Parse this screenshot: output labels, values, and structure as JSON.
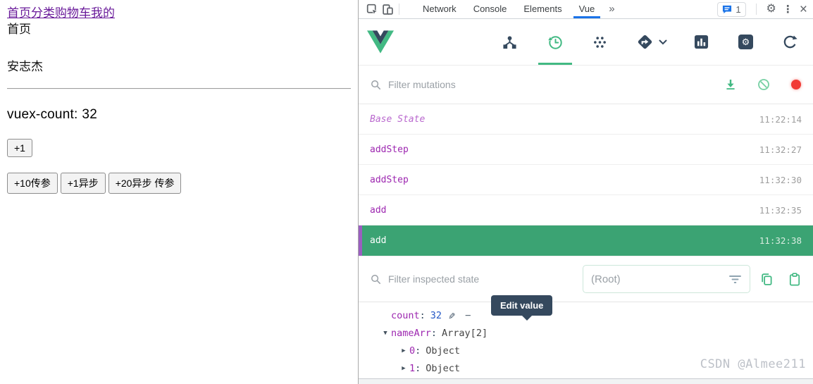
{
  "left": {
    "nav_links": [
      "首页",
      "分类",
      "购物车",
      "我的"
    ],
    "route_label": "首页",
    "username": "安志杰",
    "count_label": "vuex-count:",
    "count_value": "32",
    "btn_plus1": "+1",
    "btn_plus10": "+10传参",
    "btn_async1": "+1异步",
    "btn_async20": "+20异步 传参"
  },
  "devtools": {
    "tabs": [
      "Network",
      "Console",
      "Elements",
      "Vue"
    ],
    "more_tabs": "»",
    "console_badge_count": "1",
    "icons": {
      "gear": "⚙",
      "kebab": "⋮",
      "close": "×",
      "tree_expanded": "▼",
      "tree_collapsed": "▶",
      "pencil": "✎",
      "minus": "−",
      "colon": ":"
    }
  },
  "vue_panel": {
    "filter_mutations_placeholder": "Filter mutations",
    "filter_state_placeholder": "Filter inspected state",
    "root_select_value": "(Root)",
    "tooltip_edit_value": "Edit value",
    "mutations": [
      {
        "name": "Base State",
        "time": "11:22:14"
      },
      {
        "name": "addStep",
        "time": "11:32:27"
      },
      {
        "name": "addStep",
        "time": "11:32:30"
      },
      {
        "name": "add",
        "time": "11:32:35"
      },
      {
        "name": "add",
        "time": "11:32:38"
      }
    ],
    "state": {
      "count_key": "count",
      "count_value": "32",
      "namearr_key": "nameArr",
      "namearr_value": "Array[2]",
      "children": [
        {
          "key": "0",
          "value": "Object"
        },
        {
          "key": "1",
          "value": "Object"
        }
      ]
    },
    "watermark": "CSDN @Almee211"
  },
  "colors": {
    "vue_green": "#42b983",
    "vue_navy": "#35495e",
    "mutation_purple": "#9d27b0",
    "selected_row_green": "#3ba373",
    "selected_left_strip": "#9a5fc0",
    "value_blue": "#2457c5",
    "tab_active_blue": "#1a73e8",
    "record_red": "#f13a35",
    "visited_link_purple": "#6a1b9a"
  }
}
